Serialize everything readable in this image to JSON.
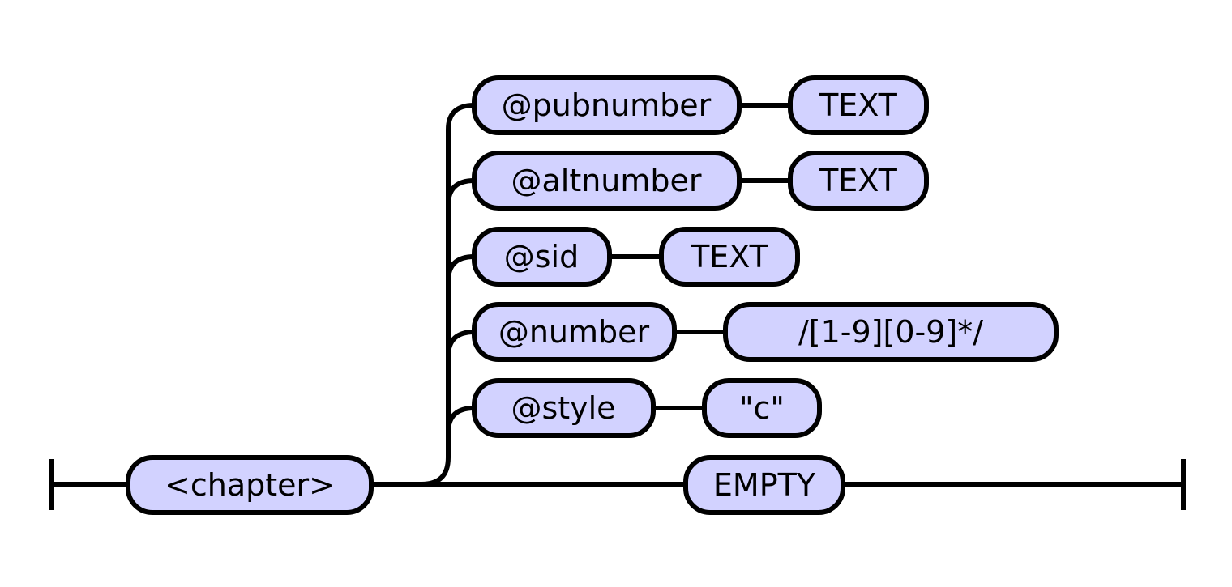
{
  "diagram": {
    "start_element": "<chapter>",
    "attributes": [
      {
        "name": "@pubnumber",
        "value": "TEXT"
      },
      {
        "name": "@altnumber",
        "value": "TEXT"
      },
      {
        "name": "@sid",
        "value": "TEXT"
      },
      {
        "name": "@number",
        "value": "/[1-9][0-9]*/"
      },
      {
        "name": "@style",
        "value": "\"c\""
      }
    ],
    "content": "EMPTY",
    "colors": {
      "node_fill": "#d2d2ff",
      "stroke": "#000000"
    }
  }
}
